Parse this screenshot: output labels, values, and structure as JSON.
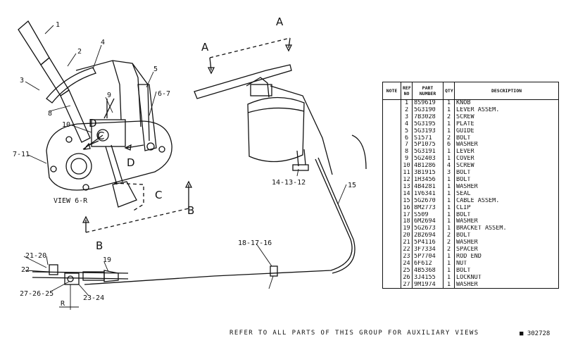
{
  "callouts": {
    "c1": "1",
    "c2": "2",
    "c3": "3",
    "c4": "4",
    "c5": "5",
    "c6_7": "6-7",
    "c8": "8",
    "c9": "9",
    "c10": "10",
    "c7_11": "7-11",
    "c14_13_12": "14-13-12",
    "c15": "15",
    "c18_17_16": "18-17-16",
    "c19": "19",
    "c21_20": "21-20",
    "c22": "22",
    "c27_26_25": "27-26-25",
    "c23_24": "23-24"
  },
  "view_letters": {
    "a1": "A",
    "a2": "A",
    "b1": "B",
    "b2": "B",
    "c1": "C",
    "c2": "C",
    "d1": "D",
    "d2": "D",
    "r": "R"
  },
  "view_caption": "VIEW 6-R",
  "table": {
    "headers": [
      "NOTE",
      "REF NO",
      "PART NUMBER",
      "QTY",
      "DESCRIPTION"
    ],
    "rows": [
      [
        "",
        "1",
        "8S9619",
        "1",
        "KNOB"
      ],
      [
        "",
        "2",
        "5G3190",
        "1",
        "LEVER ASSEM."
      ],
      [
        "",
        "3",
        "7B3028",
        "2",
        "SCREW"
      ],
      [
        "",
        "4",
        "5G3195",
        "1",
        "PLATE"
      ],
      [
        "",
        "5",
        "5G3193",
        "1",
        "GUIDE"
      ],
      [
        "",
        "6",
        "S1571",
        "2",
        "BOLT"
      ],
      [
        "",
        "7",
        "5P1075",
        "6",
        "WASHER"
      ],
      [
        "",
        "8",
        "5G3191",
        "1",
        "LEVER"
      ],
      [
        "",
        "9",
        "5G2403",
        "1",
        "COVER"
      ],
      [
        "",
        "10",
        "4B1286",
        "4",
        "SCREW"
      ],
      [
        "",
        "11",
        "3B1915",
        "3",
        "BOLT"
      ],
      [
        "",
        "12",
        "1H3456",
        "1",
        "BOLT"
      ],
      [
        "",
        "13",
        "4B4281",
        "1",
        "WASHER"
      ],
      [
        "",
        "14",
        "1V6341",
        "1",
        "SEAL"
      ],
      [
        "",
        "15",
        "5G2670",
        "1",
        "CABLE ASSEM."
      ],
      [
        "",
        "16",
        "8M2773",
        "1",
        "CLIP"
      ],
      [
        "",
        "17",
        "S509",
        "1",
        "BOLT"
      ],
      [
        "",
        "18",
        "6M2694",
        "1",
        "WASHER"
      ],
      [
        "",
        "19",
        "5G2673",
        "1",
        "BRACKET ASSEM."
      ],
      [
        "",
        "20",
        "2B2694",
        "2",
        "BOLT"
      ],
      [
        "",
        "21",
        "5P4116",
        "2",
        "WASHER"
      ],
      [
        "",
        "22",
        "3F7334",
        "2",
        "SPACER"
      ],
      [
        "",
        "23",
        "5P7704",
        "1",
        "ROD END"
      ],
      [
        "",
        "24",
        "6F612",
        "1",
        "NUT"
      ],
      [
        "",
        "25",
        "4B5368",
        "1",
        "BOLT"
      ],
      [
        "",
        "26",
        "3J4155",
        "1",
        "LOCKNUT"
      ],
      [
        "",
        "27",
        "9M1974",
        "1",
        "WASHER"
      ]
    ]
  },
  "footer_note": "REFER TO ALL PARTS OF THIS GROUP FOR AUXILIARY VIEWS",
  "drawing_number": "■ 302728"
}
